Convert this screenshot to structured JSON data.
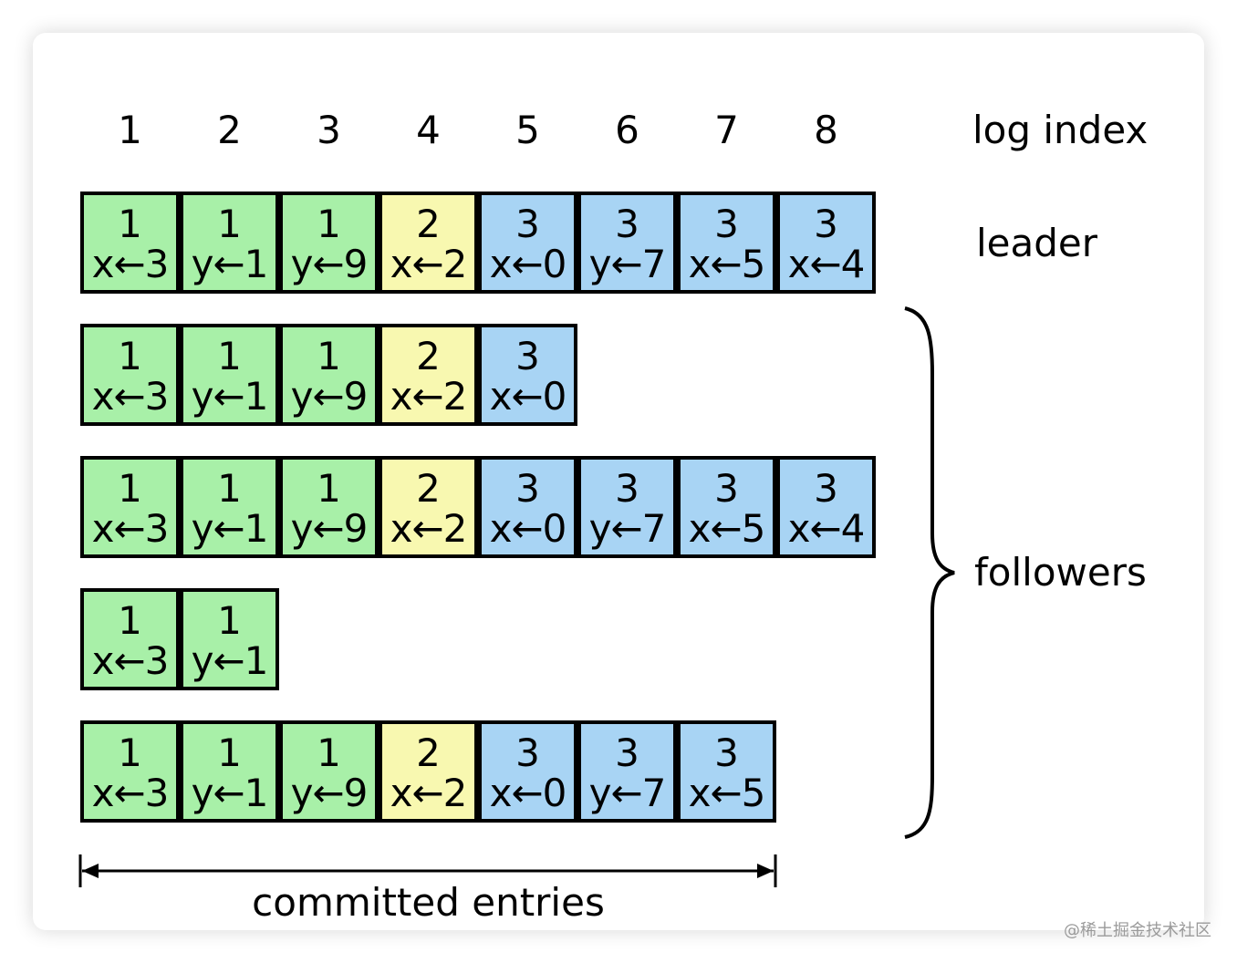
{
  "header": {
    "log_index_label": "log index",
    "indices": [
      "1",
      "2",
      "3",
      "4",
      "5",
      "6",
      "7",
      "8"
    ]
  },
  "labels": {
    "leader": "leader",
    "followers": "followers",
    "committed": "committed entries"
  },
  "colors": {
    "term_1": "#a8f0a8",
    "term_2": "#f8f8b0",
    "term_3": "#a8d4f4"
  },
  "logs": [
    {
      "role": "leader",
      "entries": [
        {
          "term": "1",
          "cmd": "x←3"
        },
        {
          "term": "1",
          "cmd": "y←1"
        },
        {
          "term": "1",
          "cmd": "y←9"
        },
        {
          "term": "2",
          "cmd": "x←2"
        },
        {
          "term": "3",
          "cmd": "x←0"
        },
        {
          "term": "3",
          "cmd": "y←7"
        },
        {
          "term": "3",
          "cmd": "x←5"
        },
        {
          "term": "3",
          "cmd": "x←4"
        }
      ]
    },
    {
      "role": "follower",
      "entries": [
        {
          "term": "1",
          "cmd": "x←3"
        },
        {
          "term": "1",
          "cmd": "y←1"
        },
        {
          "term": "1",
          "cmd": "y←9"
        },
        {
          "term": "2",
          "cmd": "x←2"
        },
        {
          "term": "3",
          "cmd": "x←0"
        }
      ]
    },
    {
      "role": "follower",
      "entries": [
        {
          "term": "1",
          "cmd": "x←3"
        },
        {
          "term": "1",
          "cmd": "y←1"
        },
        {
          "term": "1",
          "cmd": "y←9"
        },
        {
          "term": "2",
          "cmd": "x←2"
        },
        {
          "term": "3",
          "cmd": "x←0"
        },
        {
          "term": "3",
          "cmd": "y←7"
        },
        {
          "term": "3",
          "cmd": "x←5"
        },
        {
          "term": "3",
          "cmd": "x←4"
        }
      ]
    },
    {
      "role": "follower",
      "entries": [
        {
          "term": "1",
          "cmd": "x←3"
        },
        {
          "term": "1",
          "cmd": "y←1"
        }
      ]
    },
    {
      "role": "follower",
      "entries": [
        {
          "term": "1",
          "cmd": "x←3"
        },
        {
          "term": "1",
          "cmd": "y←1"
        },
        {
          "term": "1",
          "cmd": "y←9"
        },
        {
          "term": "2",
          "cmd": "x←2"
        },
        {
          "term": "3",
          "cmd": "x←0"
        },
        {
          "term": "3",
          "cmd": "y←7"
        },
        {
          "term": "3",
          "cmd": "x←5"
        }
      ]
    }
  ],
  "committed_through_index": 7,
  "watermark": "@稀土掘金技术社区"
}
